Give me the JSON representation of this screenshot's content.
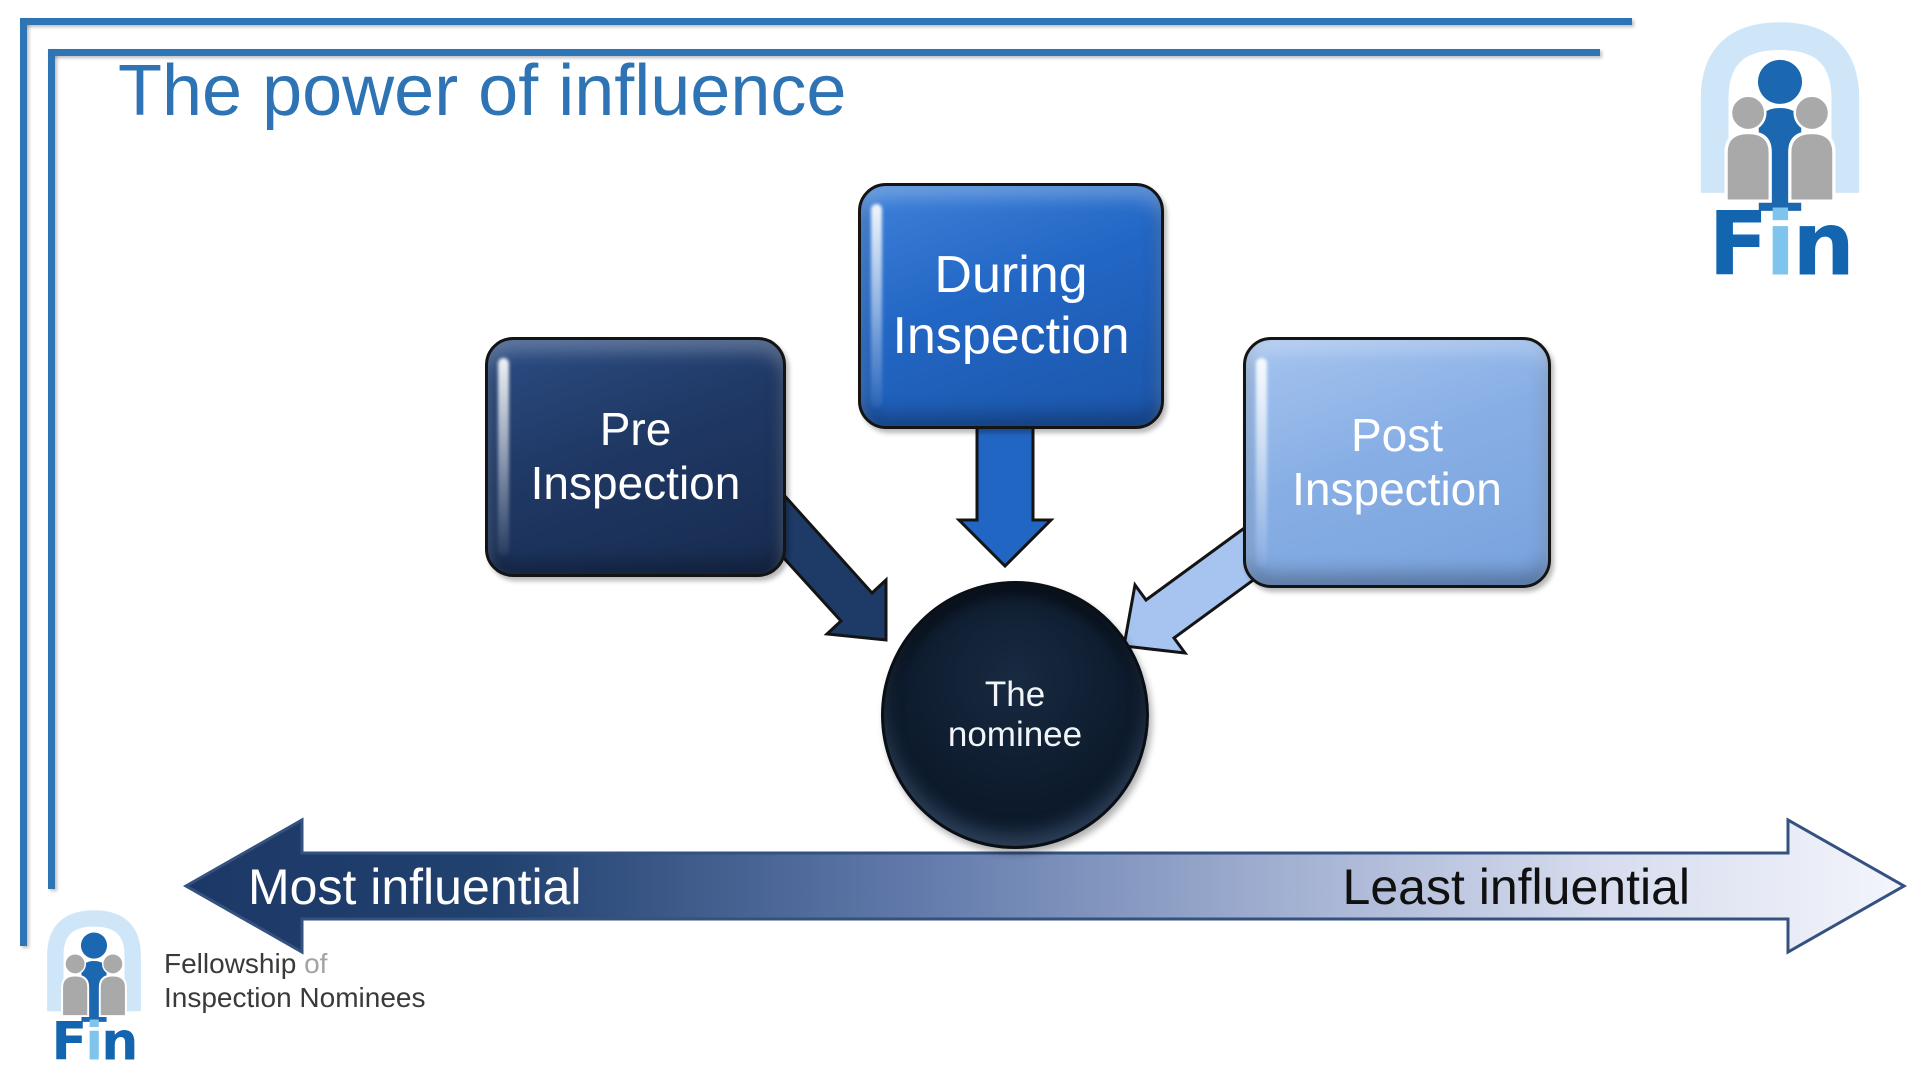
{
  "slide": {
    "title": "The power of influence",
    "title_color": "#2e74b5",
    "frame_color": "#2e75b6",
    "background_color": "#ffffff"
  },
  "diagram": {
    "boxes": [
      {
        "label": "Pre Inspection",
        "color": "#1f3864"
      },
      {
        "label": "During Inspection",
        "color": "#2266c4"
      },
      {
        "label": "Post Inspection",
        "color": "#88afe5"
      }
    ],
    "center": {
      "label": "The nominee",
      "color": "#0d1b2d"
    }
  },
  "axis": {
    "left_label": "Most influential",
    "right_label": "Least influential",
    "gradient_left_color": "#1c3866",
    "gradient_right_color": "#f3f5fb"
  },
  "logo": {
    "letters": {
      "f": "F",
      "i": "i",
      "n": "n"
    },
    "arch_color": "#cfe6f8",
    "person_center_color": "#1b67b0",
    "person_side_color": "#a9a9a9",
    "letter_dark_color": "#1265ae",
    "letter_light_color": "#7ec4ec"
  },
  "footer": {
    "org_name": "Fellowship",
    "org_connector": "of",
    "org_line2": "Inspection Nominees"
  }
}
